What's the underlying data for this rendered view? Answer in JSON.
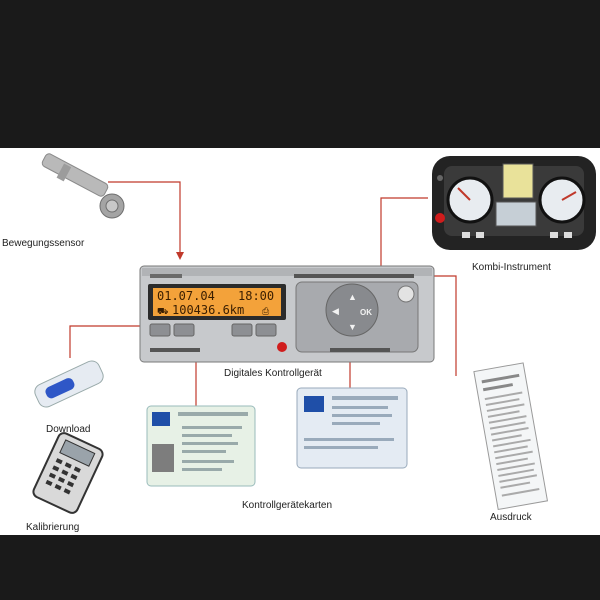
{
  "labels": {
    "sensor": "Bewegungssensor",
    "kombi": "Kombi-Instrument",
    "device": "Digitales Kontrollgerät",
    "download": "Download",
    "calibration": "Kalibrierung",
    "cards": "Kontrollgerätekarten",
    "printout": "Ausdruck"
  },
  "display": {
    "date": "01.07.04",
    "time": "18:00",
    "odometer": "100436.6km"
  },
  "buttons": {
    "ok": "OK"
  },
  "colors": {
    "connector": "#c0392b",
    "lcd": "#f3a23a",
    "card_blue": "#1f4fa8",
    "background": "#ffffff",
    "frame": "#1a1a1a"
  }
}
